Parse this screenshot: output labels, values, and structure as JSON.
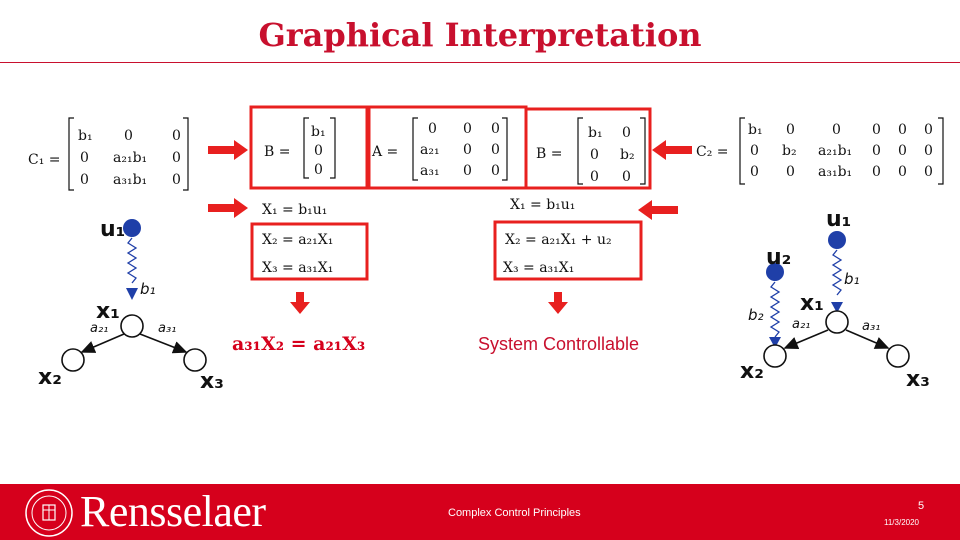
{
  "slide": {
    "title": "Graphical Interpretation",
    "system_controllable": "System Controllable"
  },
  "matrices": {
    "C1_label": "C₁ =",
    "B_left_label": "B =",
    "A_label": "A =",
    "B_right_label": "B =",
    "C2_label": "C₂ ="
  },
  "left_equations": {
    "x1": "X₁ = b₁u₁",
    "x2": "X₂ = a₂₁X₁",
    "x3": "X₃ = a₃₁X₁",
    "result": "a₃₁X₂ = a₂₁X₃"
  },
  "right_equations": {
    "x1": "X₁ = b₁u₁",
    "x2": "X₂ = a₂₁X₁ + u₂",
    "x3": "X₃ = a₃₁X₁"
  },
  "left_graph": {
    "u1": "u₁",
    "b1": "b₁",
    "x1": "x₁",
    "x2": "x₂",
    "x3": "x₃",
    "a21": "a₂₁",
    "a31": "a₃₁"
  },
  "right_graph": {
    "u1": "u₁",
    "u2": "u₂",
    "b1": "b₁",
    "b2": "b₂",
    "x1": "x₁",
    "x2": "x₂",
    "x3": "x₃",
    "a21": "a₂₁",
    "a31": "a₃₁"
  },
  "footer": {
    "brand": "Rensselaer",
    "center_text": "Complex Control Principles",
    "page_number": "5",
    "date": "11/3/2020"
  },
  "colors": {
    "accent": "#c8102e",
    "footer_bg": "#d6001c",
    "node_blue": "#1f3fa8"
  }
}
